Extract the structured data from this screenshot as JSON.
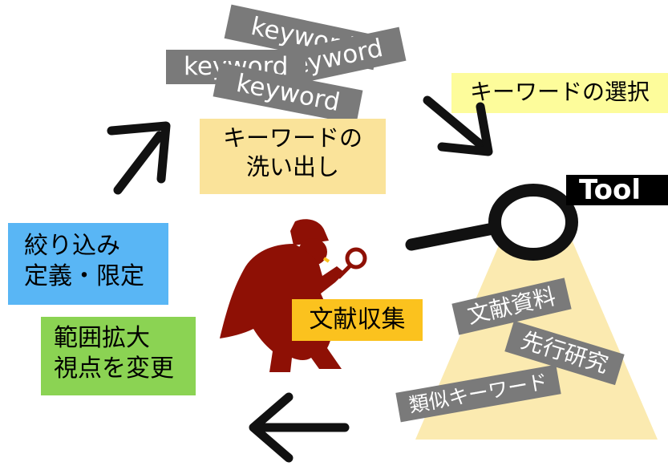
{
  "keywords": [
    "keyword",
    "keyword",
    "keyword",
    "keyword"
  ],
  "wash_box": {
    "line1": "キーワードの",
    "line2": "洗い出し"
  },
  "select_box": {
    "label": "キーワードの選択"
  },
  "tool": {
    "label": "Tool",
    "items": [
      "文献資料",
      "先行研究",
      "類似キーワード"
    ]
  },
  "narrow_box": {
    "line1": "絞り込み",
    "line2": "定義・限定"
  },
  "expand_box": {
    "line1": "範囲拡大",
    "line2": "視点を変更"
  },
  "collect_box": {
    "label": "文献収集"
  },
  "colors": {
    "keyword_gray": "#7a7a7a",
    "wash_yellow": "#fae39a",
    "select_yellow": "#fdfc9b",
    "narrow_blue": "#59b6f5",
    "expand_green": "#8bd353",
    "collect_orange": "#fbc21e",
    "beam": "#fbeab0",
    "detective_red": "#8e1005"
  },
  "icons": [
    "arrow-up-right-icon",
    "arrow-down-right-icon",
    "arrow-left-icon",
    "magnifier-icon",
    "detective-icon"
  ]
}
